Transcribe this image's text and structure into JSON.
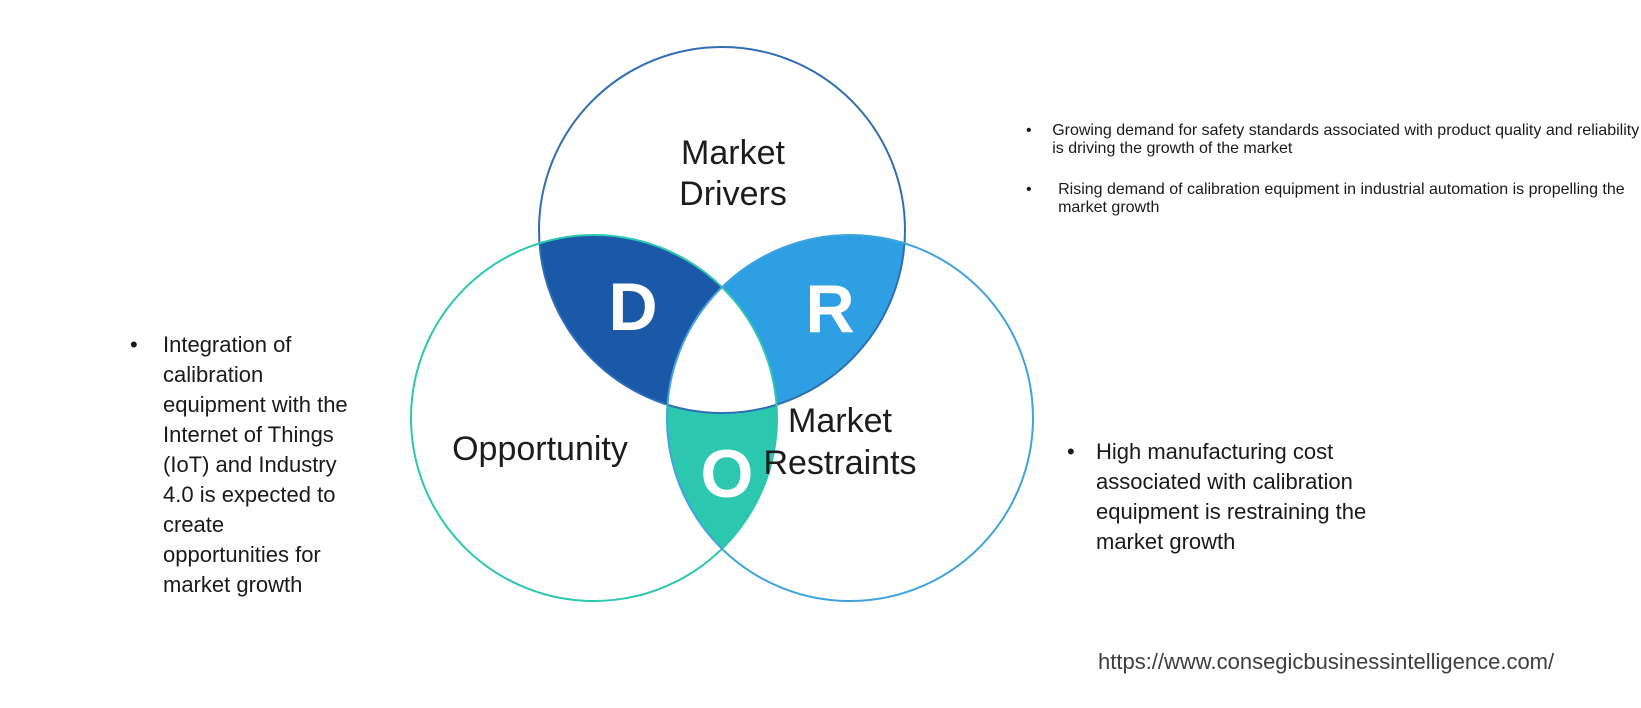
{
  "venn": {
    "drivers": {
      "label_line1": "Market",
      "label_line2": "Drivers",
      "letter": "D"
    },
    "opportunity": {
      "label": "Opportunity",
      "letter": "O"
    },
    "restraints": {
      "label_line1": "Market",
      "label_line2": "Restraints",
      "letter": "R"
    }
  },
  "colors": {
    "drivers_lens": "#1B59A8",
    "restraints_lens": "#2E9FE3",
    "opportunity_lens": "#2BC7AE",
    "drivers_circle_stroke": "#2F6EB5",
    "opportunity_circle_stroke": "#2BC7AE",
    "restraints_circle_stroke": "#3FA3DF",
    "letter_color": "#ffffff",
    "text_color": "#1a1a1a"
  },
  "notes": {
    "opportunity": {
      "bullet": "•",
      "lines": [
        "Integration of",
        "calibration",
        "equipment with the",
        "Internet of Things",
        "(IoT) and Industry",
        "4.0 is expected to",
        "create",
        "opportunities for",
        "market growth"
      ]
    },
    "drivers": [
      {
        "bullet": "•",
        "lines": [
          "Growing demand for safety",
          "standards associated with product",
          "quality and reliability is driving the",
          "growth of the market"
        ]
      },
      {
        "bullet": "•",
        "lines": [
          "Rising demand of calibration",
          "equipment in industrial automation",
          "is propelling the market growth"
        ]
      }
    ],
    "restraints": [
      {
        "bullet": "•",
        "lines": [
          "High manufacturing cost",
          "associated with calibration",
          "equipment is restraining the",
          "market growth"
        ]
      }
    ]
  },
  "footer": {
    "url": "https://www.consegicbusinessintelligence.com/"
  }
}
